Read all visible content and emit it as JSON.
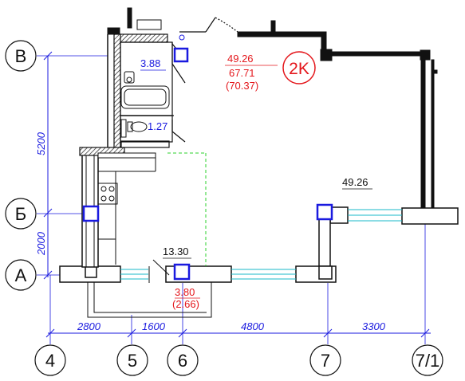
{
  "apartment": {
    "type_badge": "2K",
    "living_area": "49.26",
    "total_area": "67.71",
    "total_area_with_balcony": "(70.37)"
  },
  "rooms": {
    "bathroom": "3.88",
    "toilet": "1.27",
    "kitchen_living": "13.30",
    "main_room": "49.26",
    "balcony": "3.80",
    "balcony_reduced": "(2.66)"
  },
  "grid_axes": {
    "rows": [
      "В",
      "Б",
      "А"
    ],
    "columns": [
      "4",
      "5",
      "6",
      "7",
      "7/1"
    ]
  },
  "dimensions": {
    "vertical": [
      "5200",
      "2000"
    ],
    "horizontal": [
      "2800",
      "1600",
      "4800",
      "3300"
    ]
  },
  "colors": {
    "axis_lines": "#1a1adf",
    "walls": "#111111",
    "highlight_red": "#e4161b",
    "columns_blue": "#1a1adf",
    "windows": "#19b9c9",
    "partition_dashed": "#2bd22b"
  }
}
